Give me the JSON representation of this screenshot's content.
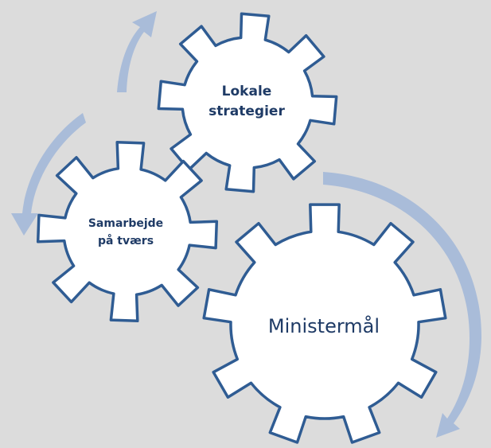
{
  "diagram": {
    "gears": {
      "local": {
        "line1": "Lokale",
        "line2": "strategier"
      },
      "cross": {
        "line1": "Samarbejde",
        "line2": "på tværs"
      },
      "minister": {
        "label": "Ministermål"
      }
    },
    "colors": {
      "background": "#dcdcdc",
      "gear_fill": "#ffffff",
      "gear_outline": "#2f5c93",
      "label_text": "#1f3b66",
      "arrow": "#a9bcd9"
    },
    "icons": [
      "gear-icon",
      "curved-arrow-icon"
    ]
  }
}
